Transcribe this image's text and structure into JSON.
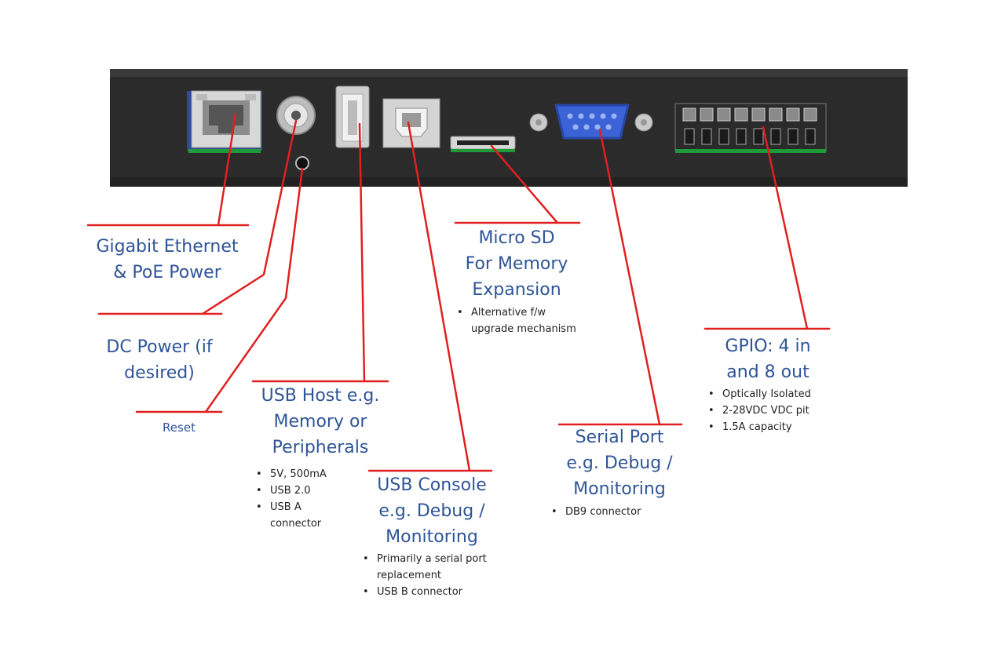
{
  "colors": {
    "enclosure": "#2b2b2b",
    "callout_line": "#e02020",
    "label_text": "#2f5597",
    "bullet_text": "#222222",
    "db9_blue": "#3b63d6",
    "pcb_green": "#1f9a3a"
  },
  "callouts": {
    "ethernet": {
      "lines": [
        "Gigabit Ethernet",
        "& PoE Power"
      ]
    },
    "dc_power": {
      "lines": [
        "DC Power (if",
        "desired)"
      ]
    },
    "reset": {
      "lines": [
        "Reset"
      ]
    },
    "usb_host": {
      "lines": [
        "USB Host e.g.",
        "Memory or",
        "Peripherals"
      ],
      "bullets": [
        "5V, 500mA",
        "USB 2.0",
        "USB A",
        "connector"
      ]
    },
    "usb_console": {
      "lines": [
        "USB Console",
        "e.g. Debug /",
        "Monitoring"
      ],
      "bullets": [
        "Primarily a serial port",
        "replacement",
        "USB B connector"
      ]
    },
    "micro_sd": {
      "lines": [
        "Micro SD",
        "For Memory",
        "Expansion"
      ],
      "bullets": [
        "Alternative f/w",
        "upgrade mechanism"
      ]
    },
    "serial_port": {
      "lines": [
        "Serial Port",
        "e.g. Debug /",
        "Monitoring"
      ],
      "bullets": [
        "DB9 connector"
      ]
    },
    "gpio": {
      "lines": [
        "GPIO: 4 in",
        "and 8 out"
      ],
      "bullets": [
        "Optically Isolated",
        "2-28VDC VDC pit",
        "1.5A capacity"
      ]
    }
  }
}
